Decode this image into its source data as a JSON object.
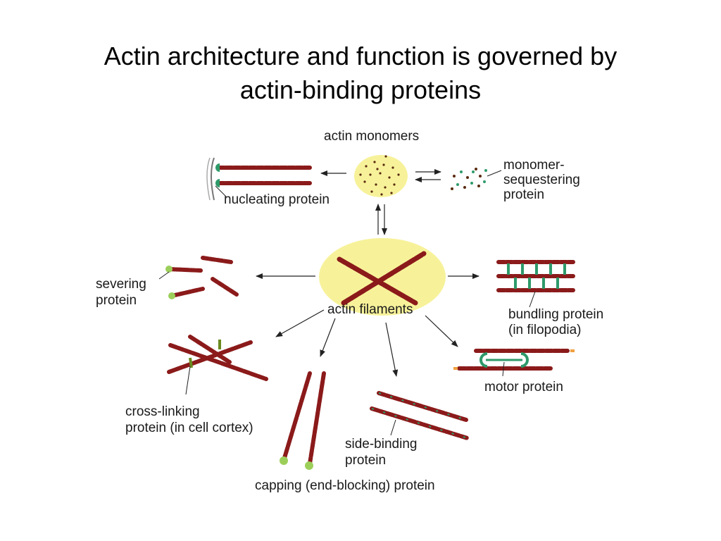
{
  "title": {
    "line1": "Actin architecture and function is governed by",
    "line2": "actin-binding proteins"
  },
  "labels": {
    "actin_monomers": "actin monomers",
    "monomer_sequestering_1": "monomer-",
    "monomer_sequestering_2": "sequestering",
    "monomer_sequestering_3": "protein",
    "nucleating": "nucleating protein",
    "severing_1": "severing",
    "severing_2": "protein",
    "actin_filaments": "actin filaments",
    "bundling_1": "bundling protein",
    "bundling_2": "(in filopodia)",
    "motor": "motor protein",
    "crosslinking_1": "cross-linking",
    "crosslinking_2": "protein (in cell cortex)",
    "sidebinding_1": "side-binding",
    "sidebinding_2": "protein",
    "capping": "capping (end-blocking) protein"
  },
  "colors": {
    "filament": "#8b1a1a",
    "filament_dark": "#4a0c0c",
    "pool": "#f7f29a",
    "protein_green": "#2e9a6a",
    "severing_green": "#9ccf5a",
    "motor_orange": "#f0a040",
    "arrow": "#222222"
  }
}
